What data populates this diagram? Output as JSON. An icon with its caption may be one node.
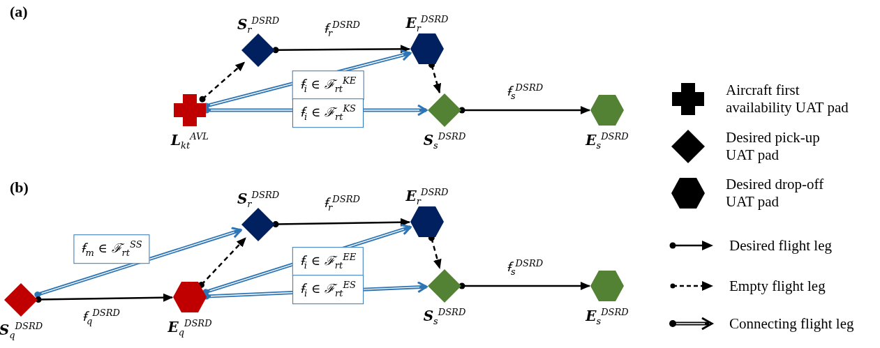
{
  "diagram": {
    "nodes": [
      {
        "text": [
          "L$_{kt}$$^{AVL}$"
        ]
      },
      {
        "text": [
          "S$_{r}$$^{DSRD}$"
        ]
      },
      {
        "text": [
          "E$_{r}$$^{DSRD}$"
        ]
      },
      {
        "text": [
          "S$_{s}$$^{DSRD}$"
        ]
      },
      {
        "text": [
          "E$_{s}$$^{DSRD}$"
        ]
      },
      {
        "text": [
          "S$_{q}$$^{DSRD}$"
        ]
      },
      {
        "text": [
          "E$_{q}$$^{DSRD}$"
        ]
      },
      {
        "text": [
          "S$_{r}$$^{DSRD}$"
        ]
      },
      {
        "text": [
          "E$_{r}$$^{DSRD}$"
        ]
      },
      {
        "text": [
          "S$_{s}$$^{DSRD}$"
        ]
      },
      {
        "text": [
          "E$_{s}$$^{DSRD}$"
        ]
      }
    ],
    "edges": [
      {
        "from": 0,
        "to": 1,
        "arrow": "to",
        "style": "dashed"
      },
      {
        "from": 1,
        "to": 2,
        "arrow": "to",
        "label": "ꞙ$_{r}$$^{DSRD}$"
      },
      {
        "from": 0,
        "to": 2,
        "arrow": "to",
        "label": "ꞙ$_{i}$ ∈ ℱ$_{rt}$$^{KE}$",
        "style": "thick",
        "color": "#2e75b6"
      },
      {
        "from": 0,
        "to": 3,
        "arrow": "to",
        "label": "ꞙ$_{i}$ ∈ ℱ$_{rt}$$^{KS}$",
        "style": "thick",
        "color": "#2e75b6"
      },
      {
        "from": 2,
        "to": 3,
        "arrow": "to",
        "style": "dashed"
      },
      {
        "from": 3,
        "to": 4,
        "arrow": "to",
        "label": "ꞙ$_{s}$$^{DSRD}$"
      },
      {
        "from": 5,
        "to": 7,
        "arrow": "to",
        "label": "ꞙ$_{m}$ ∈ ℱ$_{rt}$$^{SS}$",
        "style": "thick",
        "color": "#2e75b6"
      },
      {
        "from": 5,
        "to": 6,
        "arrow": "to",
        "label": "ꞙ$_{q}$$^{DSRD}$"
      },
      {
        "from": 6,
        "to": 7,
        "arrow": "to",
        "style": "dashed"
      },
      {
        "from": 7,
        "to": 8,
        "arrow": "to",
        "label": "ꞙ$_{r}$$^{DSRD}$"
      },
      {
        "from": 6,
        "to": 8,
        "arrow": "to",
        "label": "ꞙ$_{i}$ ∈ ℱ$_{rt}$$^{EE}$",
        "style": "thick",
        "color": "#2e75b6"
      },
      {
        "from": 6,
        "to": 9,
        "arrow": "to",
        "label": "ꞙ$_{i}$ ∈ ℱ$_{rt}$$^{ES}$",
        "style": "thick",
        "color": "#2e75b6"
      },
      {
        "from": 8,
        "to": 9,
        "arrow": "to",
        "style": "dashed"
      },
      {
        "from": 9,
        "to": 10,
        "arrow": "to",
        "label": "ꞙ$_{s}$$^{DSRD}$"
      }
    ],
    "labels": [
      "(a)",
      "(b)"
    ],
    "legend": [
      {
        "text": "Aircraft first availability UAT pad"
      },
      {
        "text": "Desired pick-up UAT pad"
      },
      {
        "text": "Desired drop-off UAT pad"
      },
      {
        "text": "Desired flight leg"
      },
      {
        "text": "Empty flight leg"
      },
      {
        "text": "Connecting flight leg"
      }
    ]
  }
}
